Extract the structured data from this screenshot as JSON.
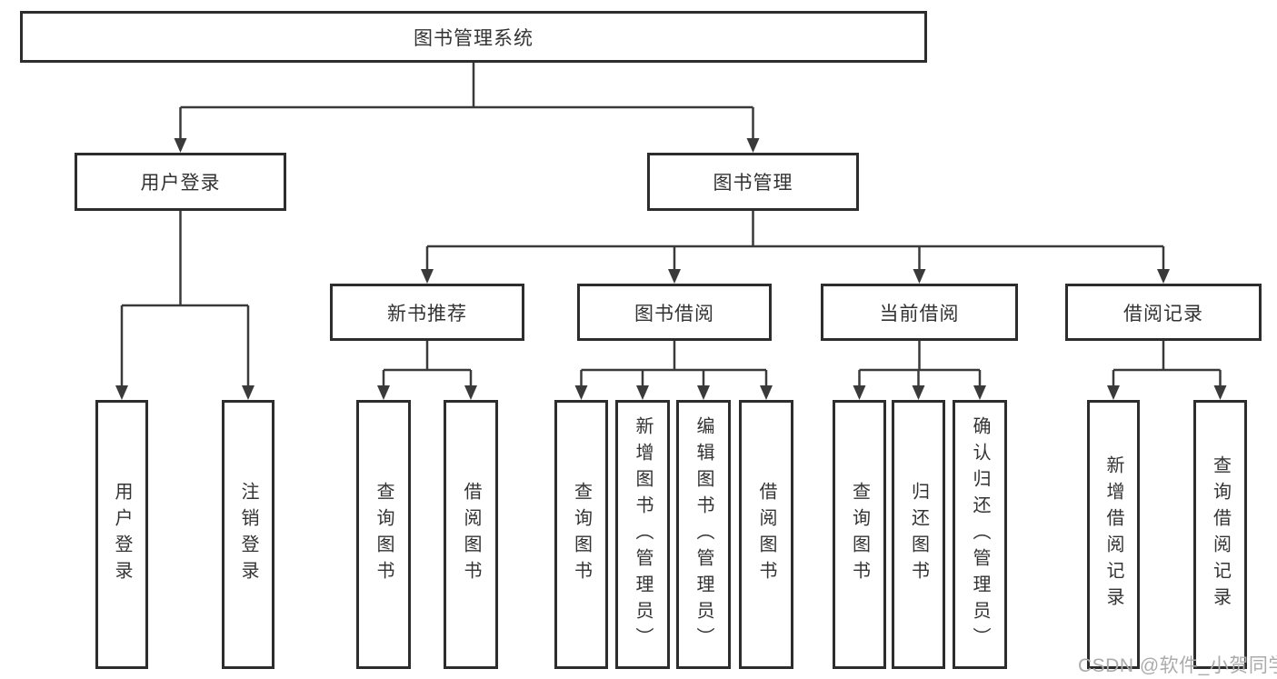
{
  "tree": {
    "label": "图书管理系统",
    "children": [
      {
        "label": "用户登录",
        "children": [
          {
            "label": "用户登录"
          },
          {
            "label": "注销登录"
          }
        ]
      },
      {
        "label": "图书管理",
        "children": [
          {
            "label": "新书推荐",
            "children": [
              {
                "label": "查询图书"
              },
              {
                "label": "借阅图书"
              }
            ]
          },
          {
            "label": "图书借阅",
            "children": [
              {
                "label": "查询图书"
              },
              {
                "label": "新增图书（管理员）"
              },
              {
                "label": "编辑图书（管理员）"
              },
              {
                "label": "借阅图书"
              }
            ]
          },
          {
            "label": "当前借阅",
            "children": [
              {
                "label": "查询图书"
              },
              {
                "label": "归还图书"
              },
              {
                "label": "确认归还（管理员）"
              }
            ]
          },
          {
            "label": "借阅记录",
            "children": [
              {
                "label": "新增借阅记录"
              },
              {
                "label": "查询借阅记录"
              }
            ]
          }
        ]
      }
    ]
  },
  "watermark": {
    "text": "CSDN @软件_小贺同学"
  },
  "colors": {
    "box_border": "#2d2d2d",
    "connector_line": "#3a3a3a",
    "text": "#333333",
    "watermark_text": "#ababab",
    "background": "#ffffff"
  }
}
